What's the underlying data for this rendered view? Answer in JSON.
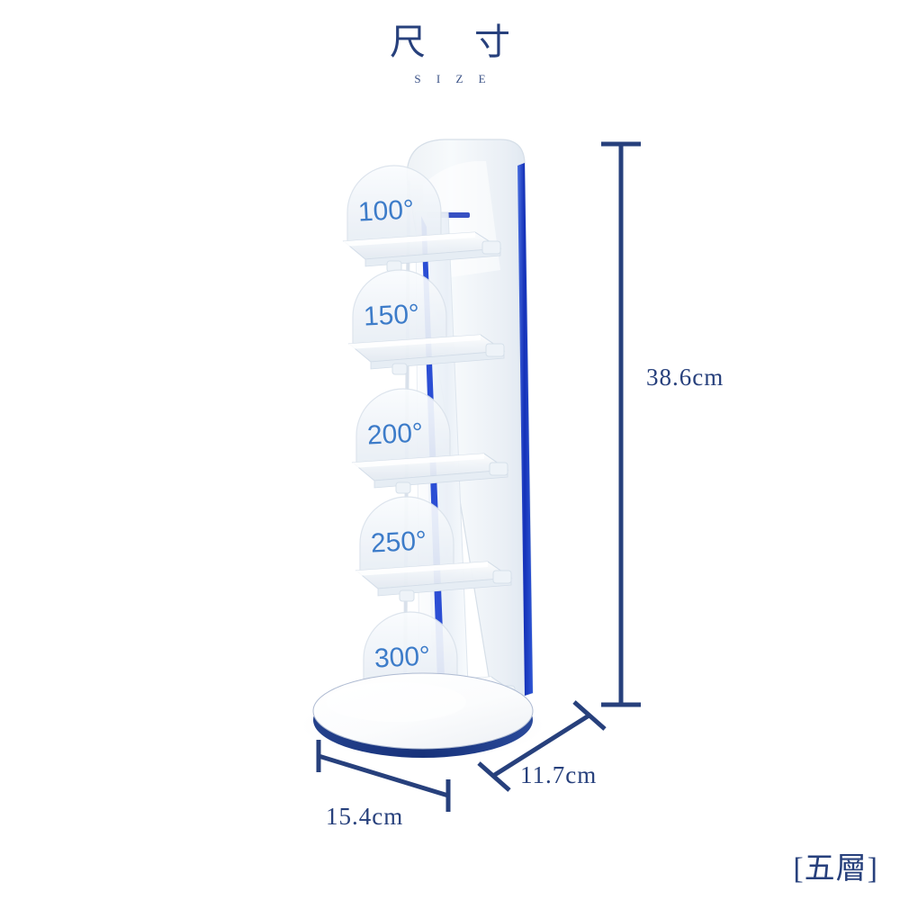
{
  "header": {
    "title_cn": "尺 寸",
    "title_en": "S I Z E"
  },
  "badge": {
    "label": "[五層]"
  },
  "dimensions": {
    "height": "38.6cm",
    "width": "15.4cm",
    "depth": "11.7cm"
  },
  "product": {
    "name": "five-tier acrylic display stand",
    "tiers": [
      {
        "label": "100°"
      },
      {
        "label": "150°"
      },
      {
        "label": "200°"
      },
      {
        "label": "250°"
      },
      {
        "label": "300°"
      }
    ]
  },
  "colors": {
    "dimension_navy": "#27407c",
    "edge_blue": "#1a3fd0",
    "tier_text_blue": "#3d7cc9",
    "base_rim_navy": "#1d3a80",
    "acrylic_frost": "#f2f5f8",
    "background": "#ffffff"
  }
}
